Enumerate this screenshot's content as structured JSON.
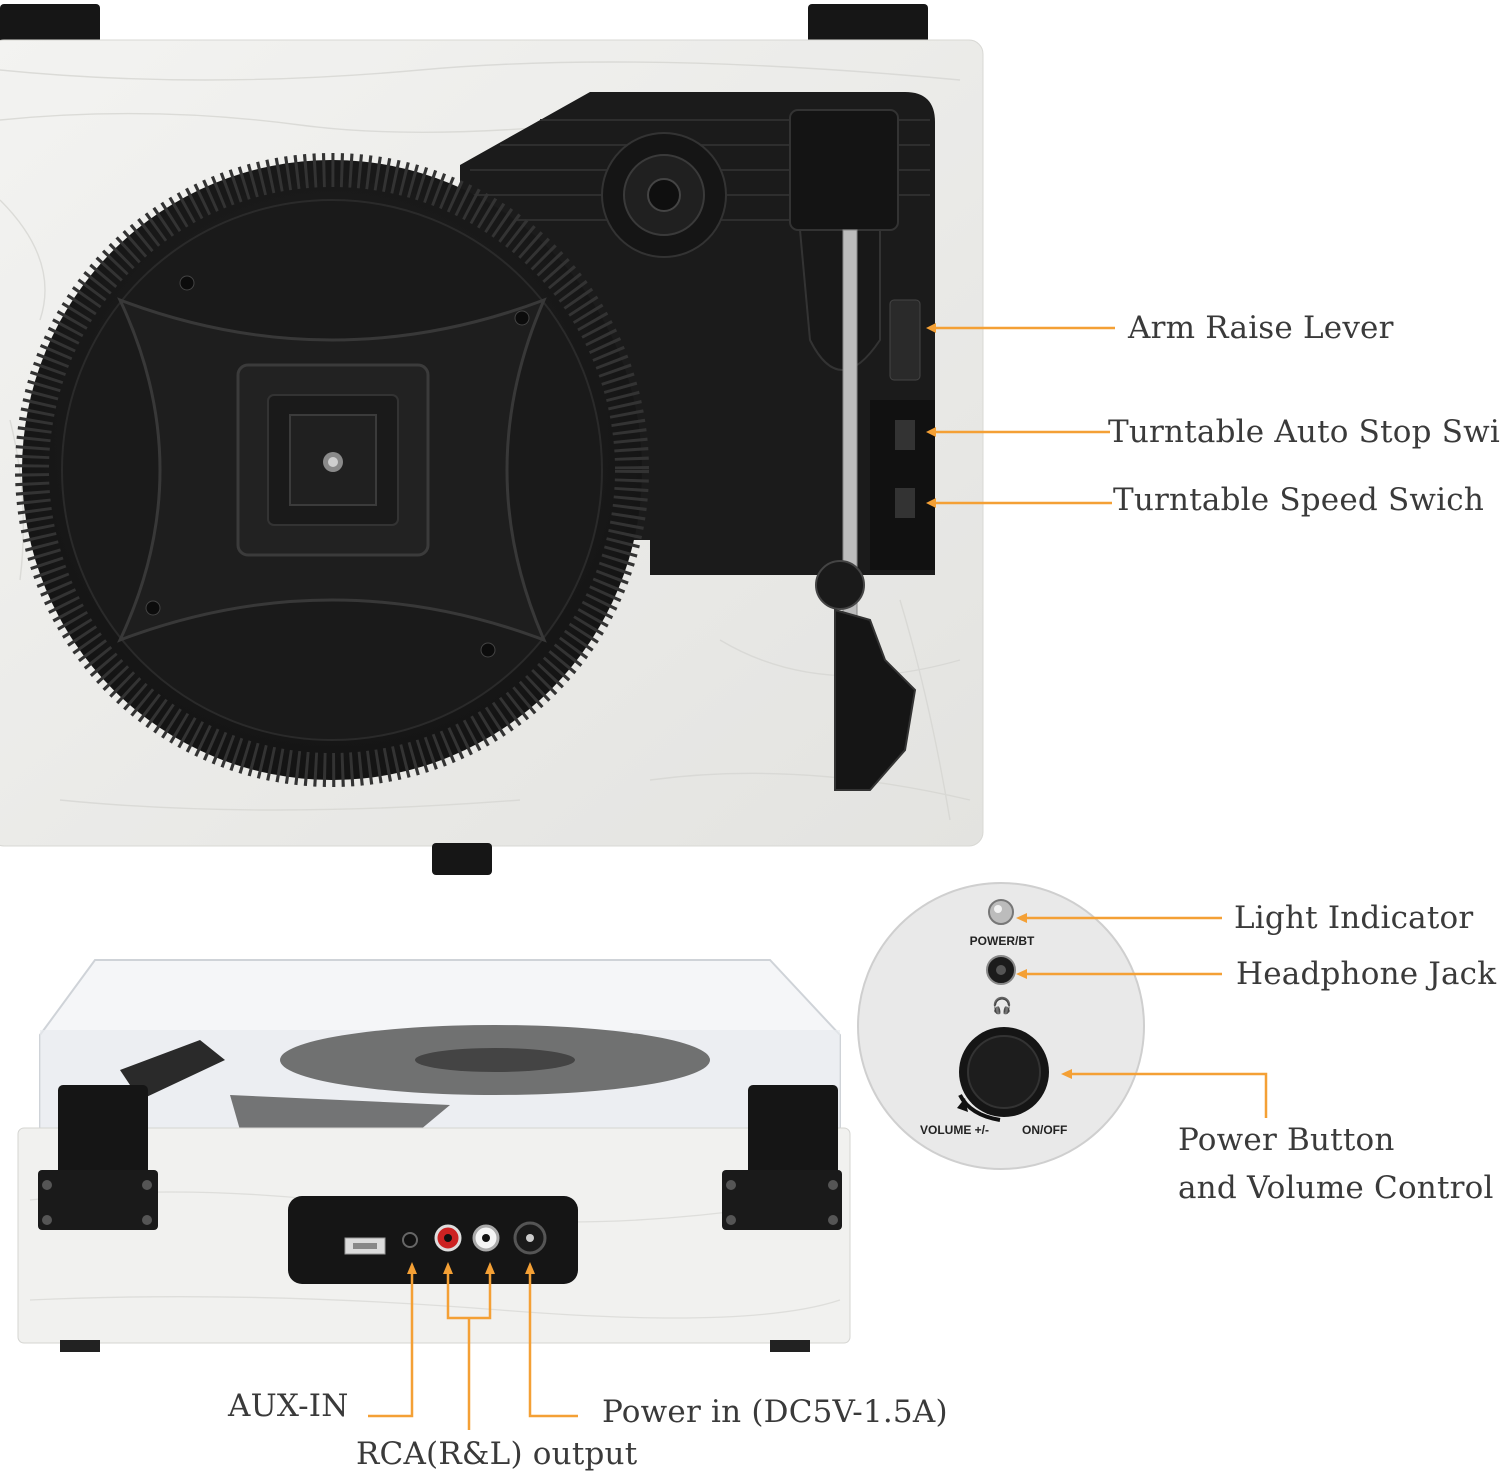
{
  "accent_color": "#f4a035",
  "callouts": {
    "arm_raise_lever": "Arm Raise Lever",
    "auto_stop_switch": "Turntable Auto Stop Switch",
    "speed_switch": "Turntable Speed Swich",
    "light_indicator": "Light Indicator",
    "headphone_jack": "Headphone Jack",
    "power_button_line1": "Power Button",
    "power_button_line2": "and Volume Control",
    "aux_in": "AUX-IN",
    "rca_output": "RCA(R&L) output",
    "power_in": "Power in (DC5V-1.5A)"
  },
  "panel": {
    "power_bt": "POWER/BT",
    "volume": "VOLUME +/-",
    "on_off": "ON/OFF"
  },
  "icons": [
    "headphone-icon",
    "usb-port-icon"
  ]
}
